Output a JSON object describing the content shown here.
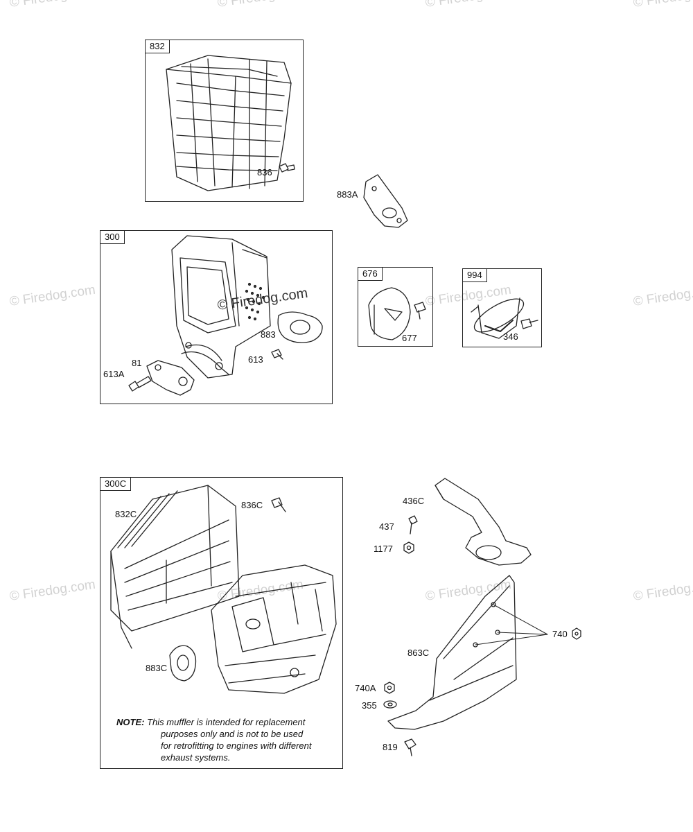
{
  "boxes": {
    "b832": "832",
    "b300": "300",
    "b676": "676",
    "b994": "994",
    "b300C": "300C"
  },
  "labels": {
    "p836": "836",
    "p883A": "883A",
    "p883": "883",
    "p613": "613",
    "p81": "81",
    "p613A": "613A",
    "p677": "677",
    "p346": "346",
    "p836C": "836C",
    "p832C": "832C",
    "p883C": "883C",
    "p436C": "436C",
    "p437": "437",
    "p1177": "1177",
    "p740": "740",
    "p863C": "863C",
    "p740A": "740A",
    "p355": "355",
    "p819": "819"
  },
  "note": {
    "prefix": "NOTE:",
    "line1": "This muffler is intended for replacement",
    "line2": "purposes only and is not to be used",
    "line3": "for retrofitting to engines with different",
    "line4": "exhaust systems."
  },
  "watermark": {
    "text": "© Firedog.com",
    "color": "#d2d2d2"
  }
}
